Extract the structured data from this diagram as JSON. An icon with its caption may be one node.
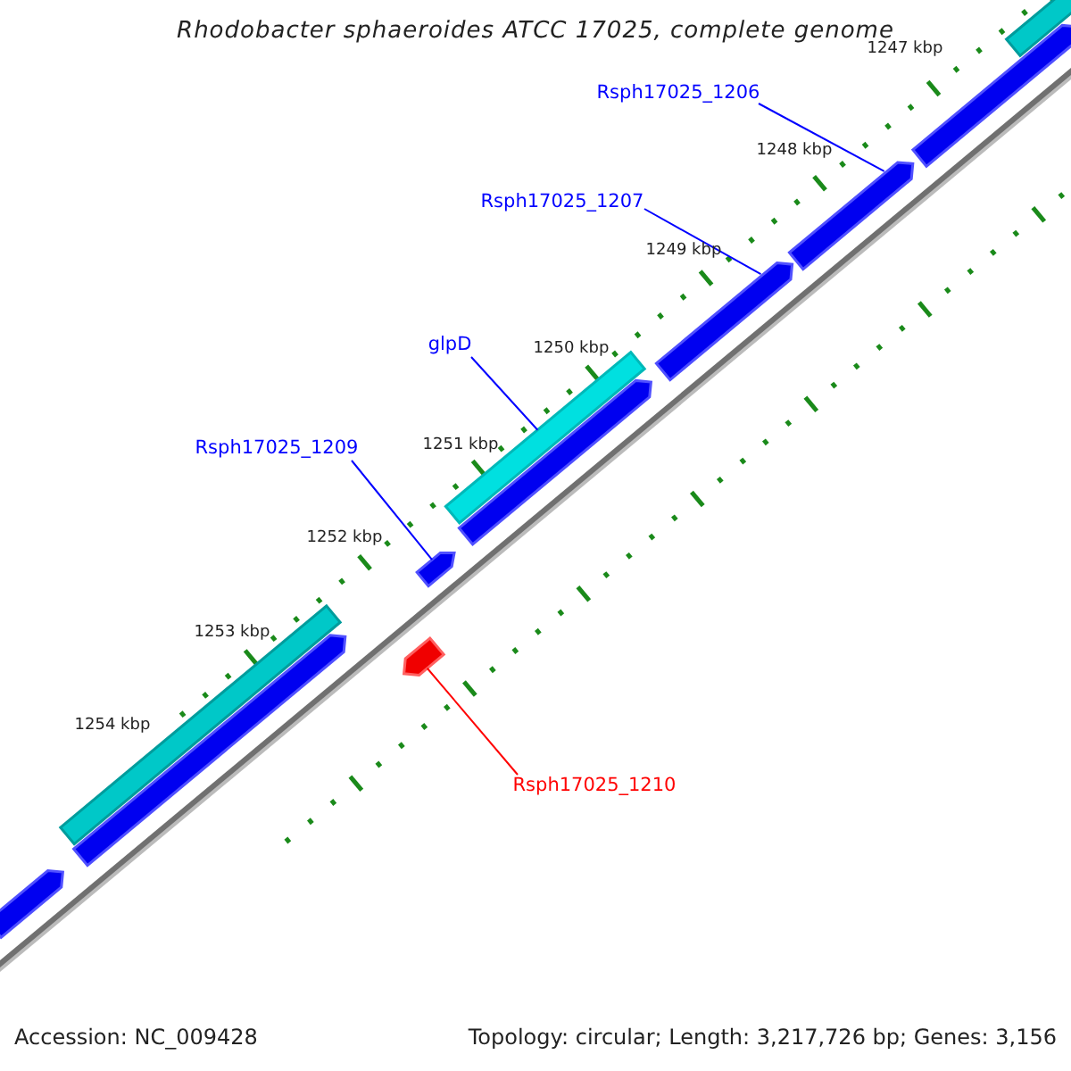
{
  "diagram": {
    "title": "Rhodobacter sphaeroides ATCC 17025, complete genome",
    "nodes": [
      {
        "text": [
          "Rsph17025_1206"
        ]
      },
      {
        "text": [],
        "shape": "bar"
      },
      {
        "text": [
          "Rsph17025_1207"
        ]
      },
      {
        "text": [],
        "shape": "bar"
      },
      {
        "text": [
          "glpD"
        ]
      },
      {
        "text": [],
        "shape": "bar"
      },
      {
        "text": [
          "Rsph17025_1209"
        ]
      },
      {
        "text": [],
        "shape": "bar"
      },
      {
        "text": [
          "Rsph17025_1210"
        ]
      },
      {
        "text": [],
        "shape": "bar"
      },
      {
        "text": [],
        "shape": "bar"
      },
      {
        "text": [],
        "shape": "bar"
      },
      {
        "text": [],
        "shape": "bar"
      },
      {
        "text": [],
        "shape": "bar"
      },
      {
        "text": [],
        "shape": "bar"
      },
      {
        "text": [],
        "shape": "bar"
      }
    ],
    "edges": [
      {
        "from": 0,
        "to": 1,
        "arrow": "none"
      },
      {
        "from": 2,
        "to": 3,
        "arrow": "none"
      },
      {
        "from": 4,
        "to": 5,
        "arrow": "none"
      },
      {
        "from": 6,
        "to": 7,
        "arrow": "none"
      },
      {
        "from": 8,
        "to": 9,
        "arrow": "none",
        "color": "#ff0000"
      }
    ],
    "labels": [
      "1247 kbp",
      "1248 kbp",
      "1249 kbp",
      "1250 kbp",
      "1251 kbp",
      "1252 kbp",
      "1253 kbp",
      "1254 kbp",
      "Accession: NC_009428",
      "Topology: circular; Length: 3,217,726 bp; Genes: 3,156"
    ]
  }
}
